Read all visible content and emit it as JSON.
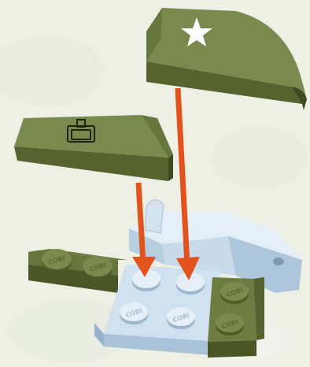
{
  "scene": {
    "title": "Assembly step illustration",
    "stud_logo": "COBI",
    "colors": {
      "background": "#eef0e6",
      "olive_top": "#7a8a4e",
      "olive_side": "#56632f",
      "olive_dark": "#3e4a20",
      "light_blue": "#d7e6f2",
      "light_blue_shade": "#b9cfe2",
      "arrow": "#e2521d",
      "star": "#ffffff"
    },
    "parts": [
      {
        "id": "slope-star",
        "color": "olive",
        "decal": "star-icon"
      },
      {
        "id": "slope-hatch",
        "color": "olive",
        "decal": "hatch-icon"
      },
      {
        "id": "plate-light-blue",
        "color": "light-blue"
      },
      {
        "id": "plate-olive-left",
        "color": "olive"
      },
      {
        "id": "plate-olive-right",
        "color": "olive"
      }
    ],
    "arrows": 2
  }
}
